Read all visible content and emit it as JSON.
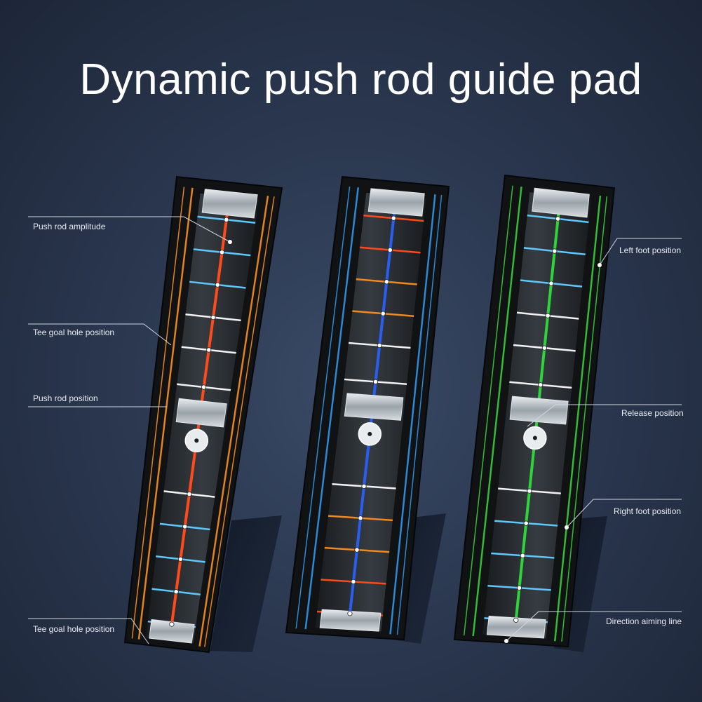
{
  "title": "Dynamic push rod guide pad",
  "callouts": {
    "push_rod_amplitude": "Push rod amplitude",
    "tee_goal_hole_position_top": "Tee goal hole position",
    "push_rod_position": "Push rod position",
    "tee_goal_hole_position_bottom": "Tee goal hole position",
    "left_foot_position": "Left foot position",
    "release_position": "Release position",
    "right_foot_position": "Right foot position",
    "direction_aiming_line": "Direction aiming line"
  },
  "colors": {
    "background": "#2b3850",
    "mat": "#101214",
    "pad_orange": "#f08a1e",
    "pad_blue": "#2f8fe0",
    "pad_green": "#37c43a",
    "rail_red": "#ff4a1c",
    "rung_light_blue": "#5fc8ff",
    "rung_white": "#f2f2f2"
  },
  "pads": [
    {
      "name": "orange-pad",
      "accent": "#f08a1e",
      "centerline": "#ff4a1c"
    },
    {
      "name": "blue-pad",
      "accent": "#2f8fe0",
      "centerline": "#2a5ef0"
    },
    {
      "name": "green-pad",
      "accent": "#37c43a",
      "centerline": "#2fd43a"
    }
  ]
}
